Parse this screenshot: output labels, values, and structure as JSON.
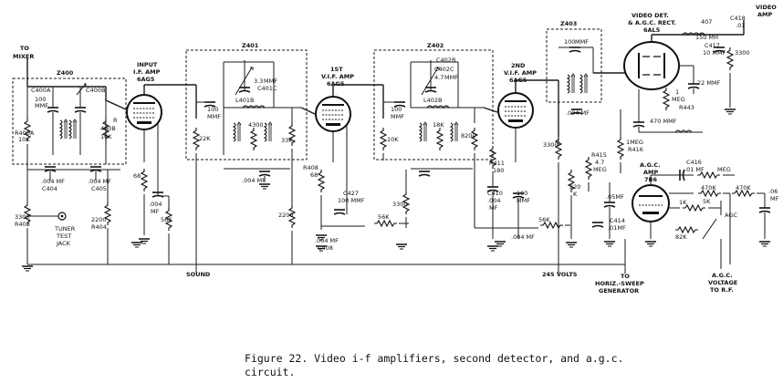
{
  "caption": {
    "line1": "Figure 22. Video i-f amplifiers, second detector, and a.g.c.",
    "line2": "circuit."
  },
  "labels": {
    "to_mixer_1": "TO",
    "to_mixer_2": "MIXER",
    "z400": "Z400",
    "z401": "Z401",
    "z402": "Z402",
    "z403": "Z403",
    "c400a": "C400A",
    "c400b": "C400B",
    "mmf100a": "100",
    "mmf100b": "MMF",
    "r400a_1": "R400A",
    "r400a_2": "10K",
    "r400b_0": "R",
    "r400b_1": "400B",
    "r400b_2": "10K",
    "c404_1": ".004 MF",
    "c404_2": "C404",
    "c405_1": ".004 MF",
    "c405_2": "C405",
    "r403_1": "3300",
    "r403_2": "R403",
    "tuner_1": "TUNER",
    "tuner_2": "TEST",
    "tuner_3": "JACK",
    "r404_1": "2200",
    "r404_2": "R404",
    "input_1": "INPUT",
    "input_2": "I.F. AMP",
    "input_3": "6AG5",
    "r68a": "68",
    "c004a_1": ".004",
    "c004a_2": "MF",
    "r56k_a": "56K",
    "c401c_1": "3.3",
    "c401c_2": "MMF",
    "c401c_3": "C401C",
    "c100a_1": "100",
    "c100a_2": "MMF",
    "r22k": "22K",
    "l401b": "L401B",
    "r4300": "4300",
    "r33k": "33K",
    "c004b": ".004 MF",
    "r2200b": "2200",
    "sound": "SOUND",
    "first_1": "1ST",
    "first_2": "V.I.F. AMP",
    "first_3": "6AG5",
    "r408_1": "R408",
    "r408_2": "68",
    "c427_1": "C427",
    "c427_2": "100 MMF",
    "c408_1": ".004 MF",
    "c408_2": "C408",
    "r56k_b": "56K",
    "r3300b": "3300",
    "c402b": "C402B",
    "c402c_1": "C402C",
    "c402c_2": "4.7",
    "c402c_3": "MMF",
    "c100b_1": "100",
    "c100b_2": "MMF",
    "r10k": "10K",
    "l402b": "L402B",
    "r18k": "18K",
    "r8200": "8200",
    "second_1": "2ND",
    "second_2": "V.I.F. AMP",
    "second_3": "6AG5",
    "r411_1": "R411",
    "r411_2": "180",
    "c410_1": "C410",
    "c410_2": ".004",
    "c410_3": "MF",
    "c100c_1": "100",
    "c100c_2": "MMF",
    "r56k_c": "56K",
    "c004c": ".004 MF",
    "c100d_1": "100",
    "c100d_2": "MMF",
    "c004d_1": ".004 MF",
    "r3300c": "3300",
    "v245": "245 VOLTS",
    "det_1": "VIDEO DET.",
    "det_2": "& A.G.C. RECT.",
    "det_3": "6AL5",
    "l407_1": "407",
    "l407_2": "150 MH",
    "c417_1": "C417",
    "c417_2": "10 MMF",
    "r3300d": "3300",
    "c418_1": "C418",
    "c418_2": ".01",
    "video_1": "VIDEO",
    "video_2": "AMP",
    "c22": "22 MMF",
    "meg_1": "1",
    "meg_2": "MEG",
    "r443": "R443",
    "c470": "470 MMF",
    "r416_1": "1MEG",
    "r416_2": "R416",
    "r415_1": "R415",
    "r415_2": "4.7",
    "r415_3": "MEG",
    "r220k_1": "220",
    "r220k_2": "K",
    "agc_1": "A.G.C.",
    "agc_2": "AMP",
    "agc_3": "7B6",
    "c416_1": "C416",
    "c416_2": ".01 MF",
    "r1meg": "MEG",
    "r470k_a": "470K",
    "r470k_b": "470K",
    "c05mf": ".05MF",
    "c414_1": "C414",
    "c414_2": ".01MF",
    "r1k": "1K",
    "r5k": "5K",
    "agc_label": "AGC",
    "r82k": "82K",
    "c06_1": ".06",
    "c06_2": "MF",
    "horiz_1": "TO",
    "horiz_2": "HORIZ.-SWEEP",
    "horiz_3": "GENERATOR",
    "agcv_1": "A.G.C.",
    "agcv_2": "VOLTAGE",
    "agcv_3": "TO R.F."
  }
}
